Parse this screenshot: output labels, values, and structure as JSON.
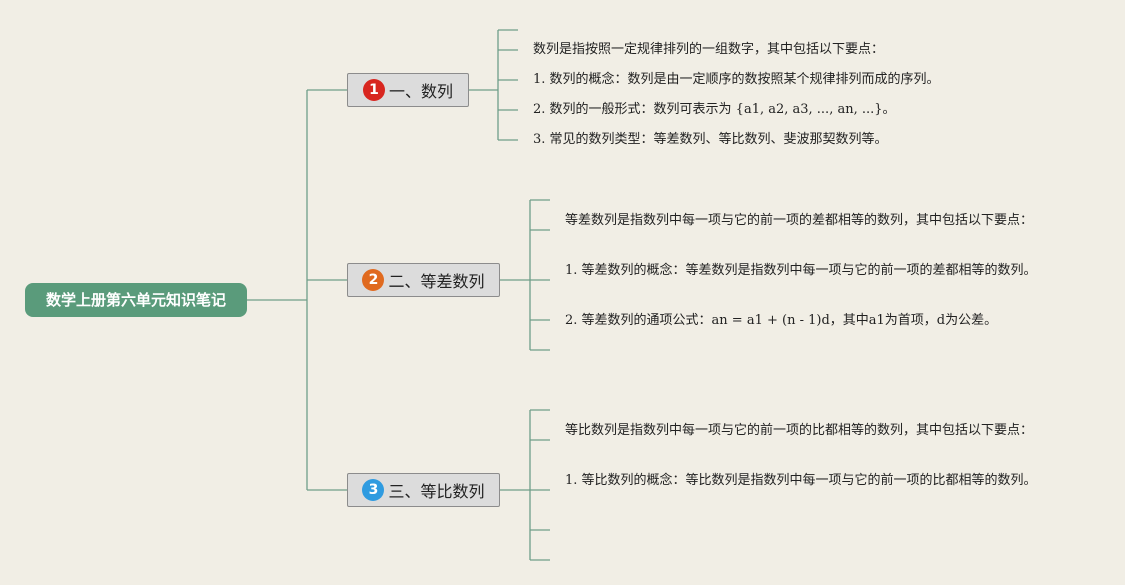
{
  "title": "数学上册第六单元知识笔记",
  "branches": [
    {
      "number": "1",
      "label": "一、数列",
      "color": "#d8261f",
      "notes": [
        "数列是指按照一定规律排列的一组数字，其中包括以下要点：",
        "1. 数列的概念：数列是由一定顺序的数按照某个规律排列而成的序列。",
        "2. 数列的一般形式：数列可表示为 {a1, a2, a3, ..., an, ...}。",
        "3. 常见的数列类型：等差数列、等比数列、斐波那契数列等。"
      ]
    },
    {
      "number": "2",
      "label": "二、等差数列",
      "color": "#e06a1f",
      "notes": [
        "等差数列是指数列中每一项与它的前一项的差都相等的数列，其中包括以下要点：",
        "1. 等差数列的概念：等差数列是指数列中每一项与它的前一项的差都相等的数列。",
        "2. 等差数列的通项公式：an = a1 + (n - 1)d，其中a1为首项，d为公差。"
      ]
    },
    {
      "number": "3",
      "label": "三、等比数列",
      "color": "#2f9be0",
      "notes": [
        "等比数列是指数列中每一项与它的前一项的比都相等的数列，其中包括以下要点：",
        "1. 等比数列的概念：等比数列是指数列中每一项与它的前一项的比都相等的数列。"
      ]
    }
  ],
  "colors": {
    "connector": "#6f9e89",
    "root_bg": "#5a9b7b",
    "background": "#f1eee5"
  }
}
